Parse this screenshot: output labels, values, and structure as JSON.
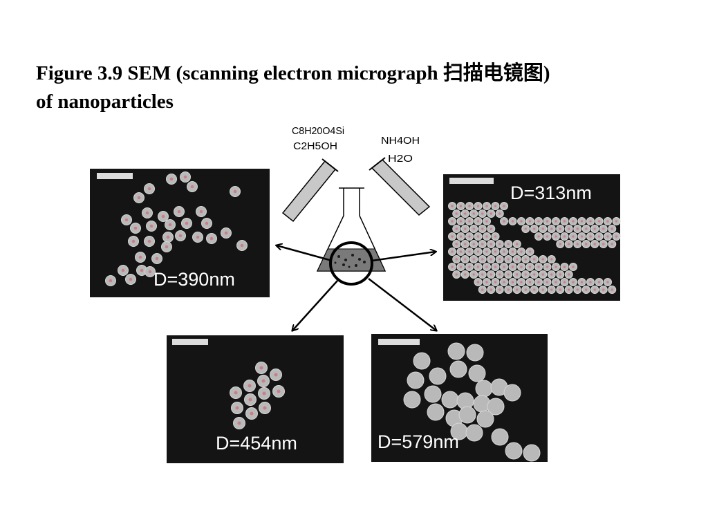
{
  "title": {
    "line1": "Figure 3.9  SEM (scanning electron micrograph 扫描电镜图)",
    "line2": "of nanoparticles"
  },
  "reagents": {
    "left_line1": "C8H20O4Si",
    "left_line2": "C2H5OH",
    "right_line1": "NH4OH",
    "right_line2": "H2O"
  },
  "micrographs": [
    {
      "id": "top-left",
      "label": "D=390nm"
    },
    {
      "id": "top-right",
      "label": "D=313nm"
    },
    {
      "id": "bottom-left",
      "label": "D=454nm"
    },
    {
      "id": "bottom-right",
      "label": "D=579nm"
    }
  ],
  "colors": {
    "panel_background": "#141414",
    "particle_fill": "#b9b9b9",
    "particle_edge": "#d6d6d6",
    "particle_core": "#c97f86",
    "tube_fill": "#c8c8c8"
  }
}
